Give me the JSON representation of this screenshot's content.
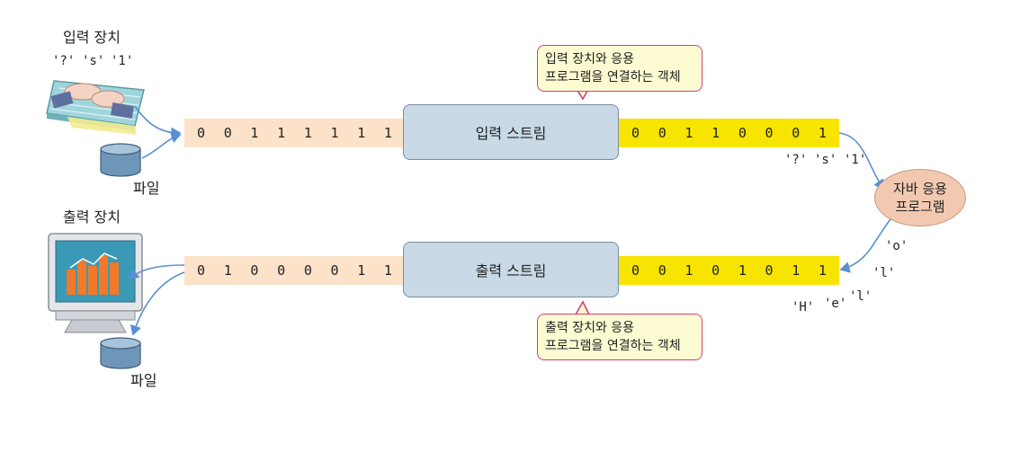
{
  "input_device": {
    "label": "입력 장치",
    "chars": [
      "'?'",
      "'s'",
      "'1'"
    ]
  },
  "output_device": {
    "label": "출력 장치"
  },
  "file_label_top": "파일",
  "file_label_bottom": "파일",
  "input_bits_left": [
    "0",
    "0",
    "1",
    "1",
    "1",
    "1",
    "1",
    "1"
  ],
  "input_bits_right": [
    "0",
    "0",
    "1",
    "1",
    "0",
    "0",
    "0",
    "1"
  ],
  "output_bits_left": [
    "0",
    "1",
    "0",
    "0",
    "0",
    "0",
    "1",
    "1"
  ],
  "output_bits_right": [
    "0",
    "0",
    "1",
    "0",
    "1",
    "0",
    "1",
    "1"
  ],
  "input_stream": "입력 스트림",
  "output_stream": "출력 스트림",
  "callout_top": {
    "line1": "입력 장치와 응용",
    "line2": "프로그램을 연결하는 객체"
  },
  "callout_bottom": {
    "line1": "출력 장치와 응용",
    "line2": "프로그램을 연결하는 객체"
  },
  "app": {
    "line1": "자바 응용",
    "line2": "프로그램"
  },
  "input_chars_right": [
    "'?'",
    "'s'",
    "'1'"
  ],
  "output_chars": [
    "'o'",
    "'l'",
    "'H'",
    "'e'",
    "'l'"
  ],
  "colors": {
    "input_bar": "#fbe2c8",
    "yellow_bar": "#f7e400",
    "stream_box": "#c9d9e6",
    "callout_border": "#d4407a",
    "callout_fill": "#fdfbd2",
    "app_ellipse": "#f2c9b0",
    "arrow": "#5a8fd0",
    "cylinder": "#6e96b8"
  },
  "icons": [
    "keyboard-icon",
    "monitor-icon",
    "file-cylinder-icon"
  ]
}
